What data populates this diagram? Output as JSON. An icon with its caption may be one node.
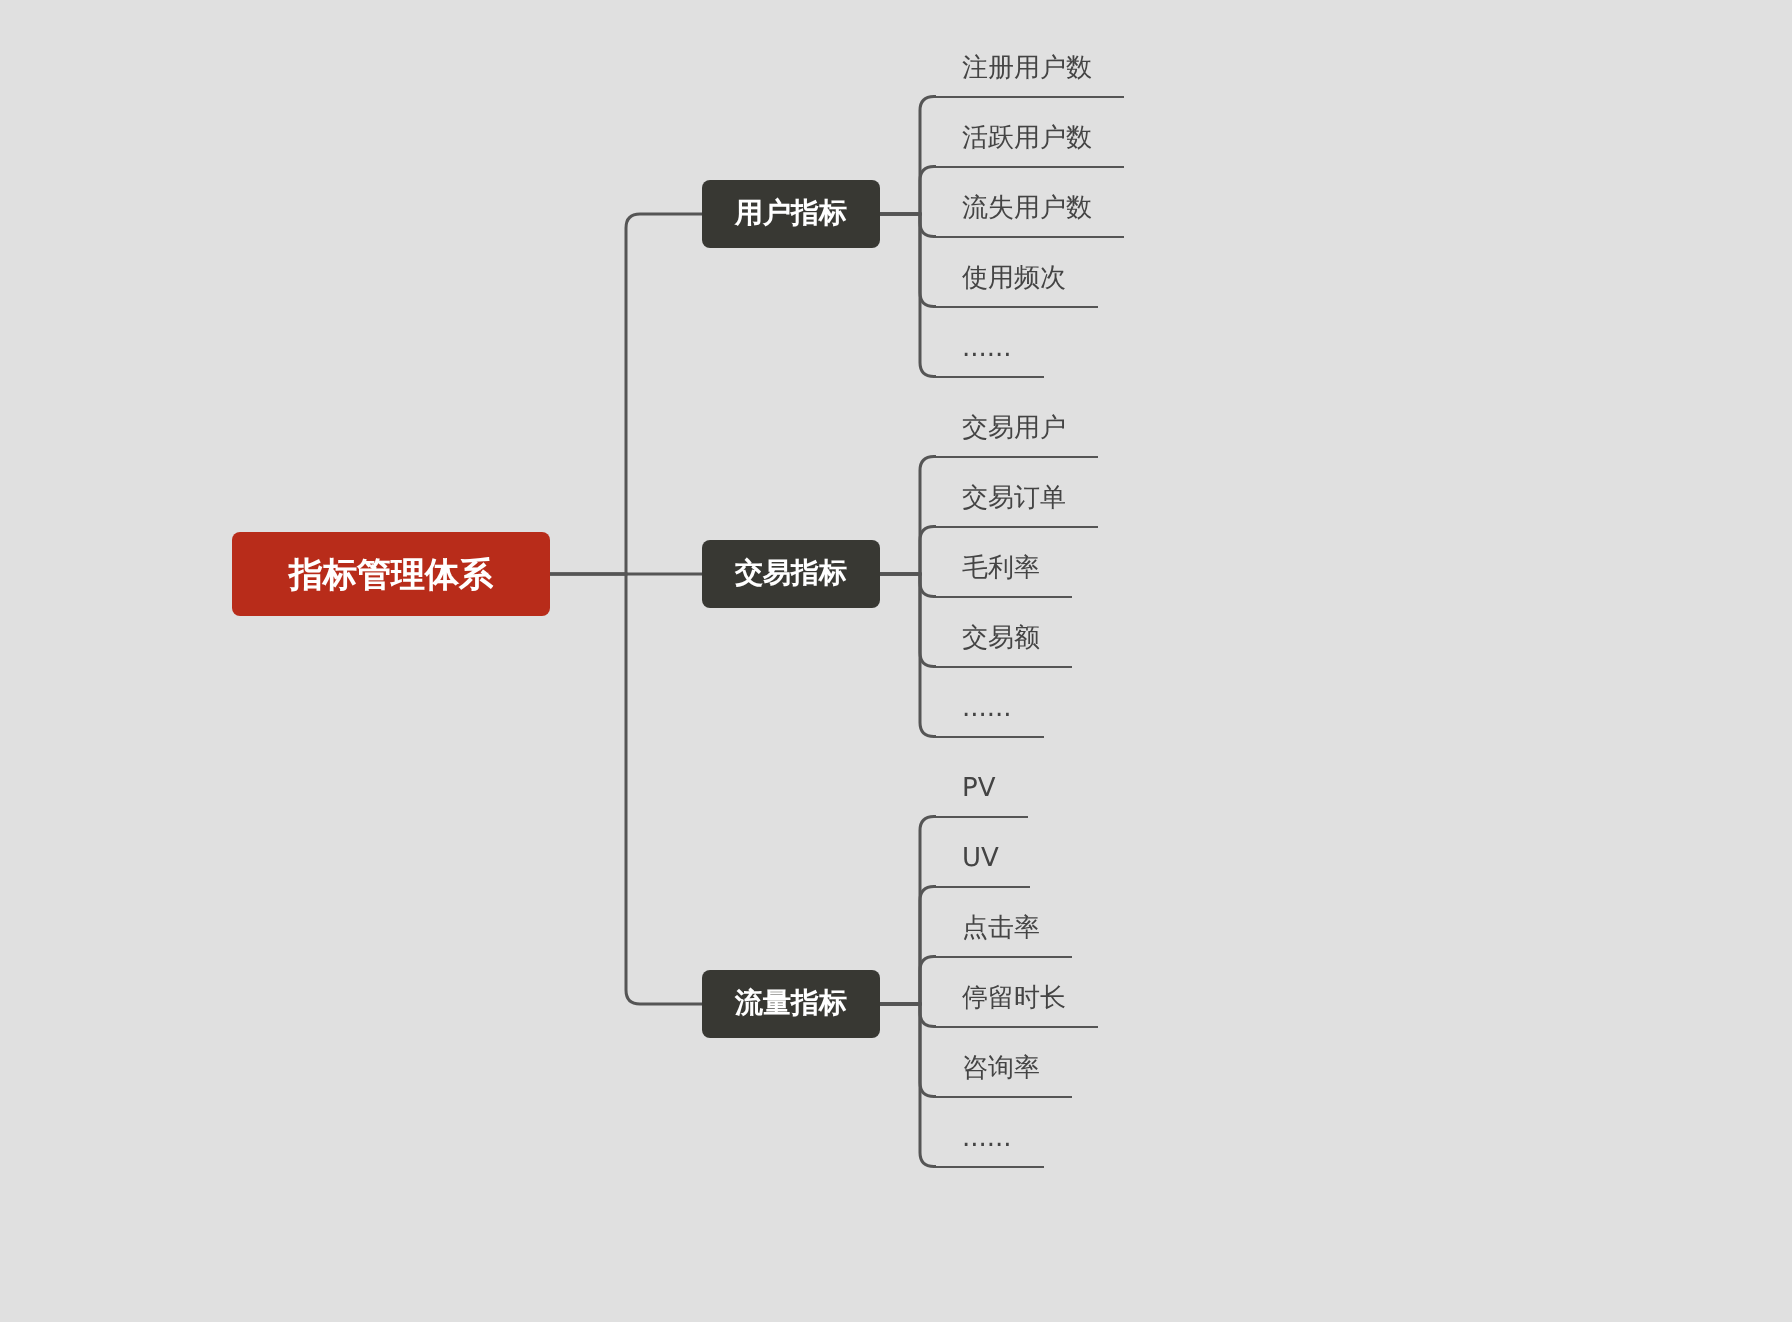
{
  "diagram": {
    "nodes": [
      {
        "text": [
          "指标管理体系"
        ]
      },
      {
        "text": [
          "用户指标"
        ]
      },
      {
        "text": [
          "注册用户数"
        ]
      },
      {
        "text": [
          "活跃用户数"
        ]
      },
      {
        "text": [
          "流失用户数"
        ]
      },
      {
        "text": [
          "使用频次"
        ]
      },
      {
        "text": [
          "......"
        ]
      },
      {
        "text": [
          "交易指标"
        ]
      },
      {
        "text": [
          "交易用户"
        ]
      },
      {
        "text": [
          "交易订单"
        ]
      },
      {
        "text": [
          "毛利率"
        ]
      },
      {
        "text": [
          "交易额"
        ]
      },
      {
        "text": [
          "......"
        ]
      },
      {
        "text": [
          "流量指标"
        ]
      },
      {
        "text": [
          "PV"
        ]
      },
      {
        "text": [
          "UV"
        ]
      },
      {
        "text": [
          "点击率"
        ]
      },
      {
        "text": [
          "停留时长"
        ]
      },
      {
        "text": [
          "咨询率"
        ]
      },
      {
        "text": [
          "......"
        ]
      }
    ],
    "edges": [
      {
        "from": 0,
        "to": 1,
        "arrow": "none"
      },
      {
        "from": 0,
        "to": 7,
        "arrow": "none"
      },
      {
        "from": 0,
        "to": 13,
        "arrow": "none"
      },
      {
        "from": 1,
        "to": 2,
        "arrow": "none"
      },
      {
        "from": 1,
        "to": 3,
        "arrow": "none"
      },
      {
        "from": 1,
        "to": 4,
        "arrow": "none"
      },
      {
        "from": 1,
        "to": 5,
        "arrow": "none"
      },
      {
        "from": 1,
        "to": 6,
        "arrow": "none"
      },
      {
        "from": 7,
        "to": 8,
        "arrow": "none"
      },
      {
        "from": 7,
        "to": 9,
        "arrow": "none"
      },
      {
        "from": 7,
        "to": 10,
        "arrow": "none"
      },
      {
        "from": 7,
        "to": 11,
        "arrow": "none"
      },
      {
        "from": 7,
        "to": 12,
        "arrow": "none"
      },
      {
        "from": 13,
        "to": 14,
        "arrow": "none"
      },
      {
        "from": 13,
        "to": 15,
        "arrow": "none"
      },
      {
        "from": 13,
        "to": 16,
        "arrow": "none"
      },
      {
        "from": 13,
        "to": 17,
        "arrow": "none"
      },
      {
        "from": 13,
        "to": 18,
        "arrow": "none"
      },
      {
        "from": 13,
        "to": 19,
        "arrow": "none"
      }
    ]
  }
}
